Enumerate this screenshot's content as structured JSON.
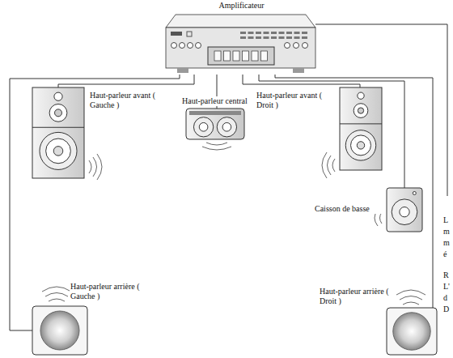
{
  "diagram": {
    "nodes": [
      {
        "text": [
          "Amplificateur"
        ]
      },
      {
        "text": [
          "Haut-parleur avant ( Gauche )"
        ]
      },
      {
        "text": [
          "Haut-parleur central"
        ]
      },
      {
        "text": [
          "Haut-parleur avant ( Droit )"
        ]
      },
      {
        "text": [
          "Caisson de basse"
        ]
      },
      {
        "text": [
          "Haut-parleur arrière ( Gauche )"
        ]
      },
      {
        "text": [
          "Haut-parleur arrière ( Droit )"
        ]
      }
    ],
    "edges": [
      {
        "from": 0,
        "to": 1,
        "arrow": "none"
      },
      {
        "from": 0,
        "to": 2,
        "arrow": "none"
      },
      {
        "from": 0,
        "to": 3,
        "arrow": "none"
      },
      {
        "from": 0,
        "to": 4,
        "arrow": "none"
      },
      {
        "from": 0,
        "to": 5,
        "arrow": "none"
      },
      {
        "from": 0,
        "to": 6,
        "arrow": "none"
      }
    ],
    "labels": [
      "L",
      "m",
      "m",
      "é",
      "R",
      "L'",
      "d",
      "D"
    ]
  }
}
